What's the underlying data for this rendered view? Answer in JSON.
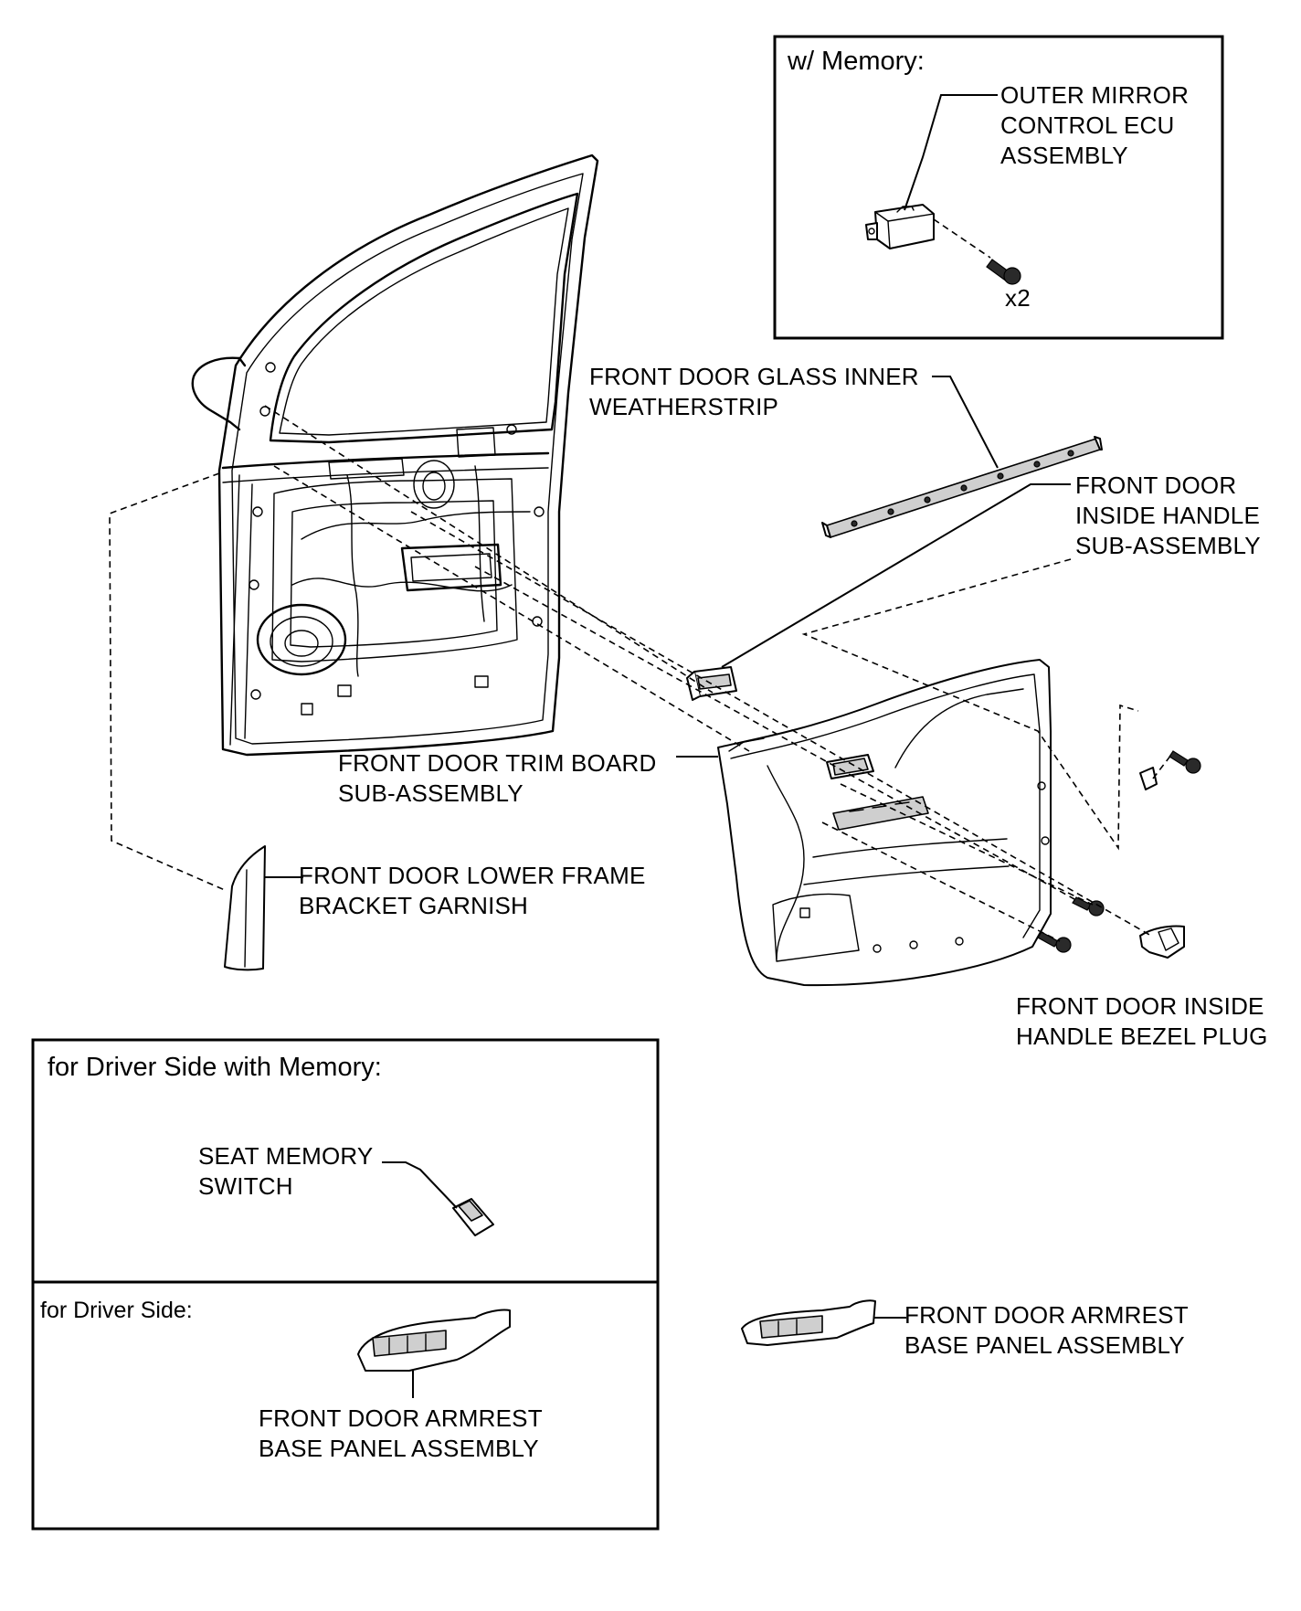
{
  "panels": {
    "memory_inset": {
      "header": "w/ Memory:"
    },
    "driver_memory_inset": {
      "header": "for Driver Side with Memory:"
    },
    "driver_inset": {
      "header": "for Driver Side:"
    }
  },
  "labels": {
    "outer_mirror_ecu": [
      "OUTER MIRROR",
      "CONTROL ECU",
      "ASSEMBLY"
    ],
    "screw_qty": "x2",
    "glass_weatherstrip": [
      "FRONT DOOR GLASS INNER",
      "WEATHERSTRIP"
    ],
    "inside_handle": [
      "FRONT DOOR",
      "INSIDE HANDLE",
      "SUB-ASSEMBLY"
    ],
    "trim_board": [
      "FRONT DOOR TRIM BOARD",
      "SUB-ASSEMBLY"
    ],
    "lower_frame_garnish": [
      "FRONT DOOR LOWER FRAME",
      "BRACKET GARNISH"
    ],
    "bezel_plug": [
      "FRONT DOOR INSIDE",
      "HANDLE BEZEL PLUG"
    ],
    "seat_memory_switch": [
      "SEAT MEMORY",
      "SWITCH"
    ],
    "armrest_driver": [
      "FRONT DOOR ARMREST",
      "BASE PANEL ASSEMBLY"
    ],
    "armrest_main": [
      "FRONT DOOR ARMREST",
      "BASE PANEL ASSEMBLY"
    ]
  }
}
